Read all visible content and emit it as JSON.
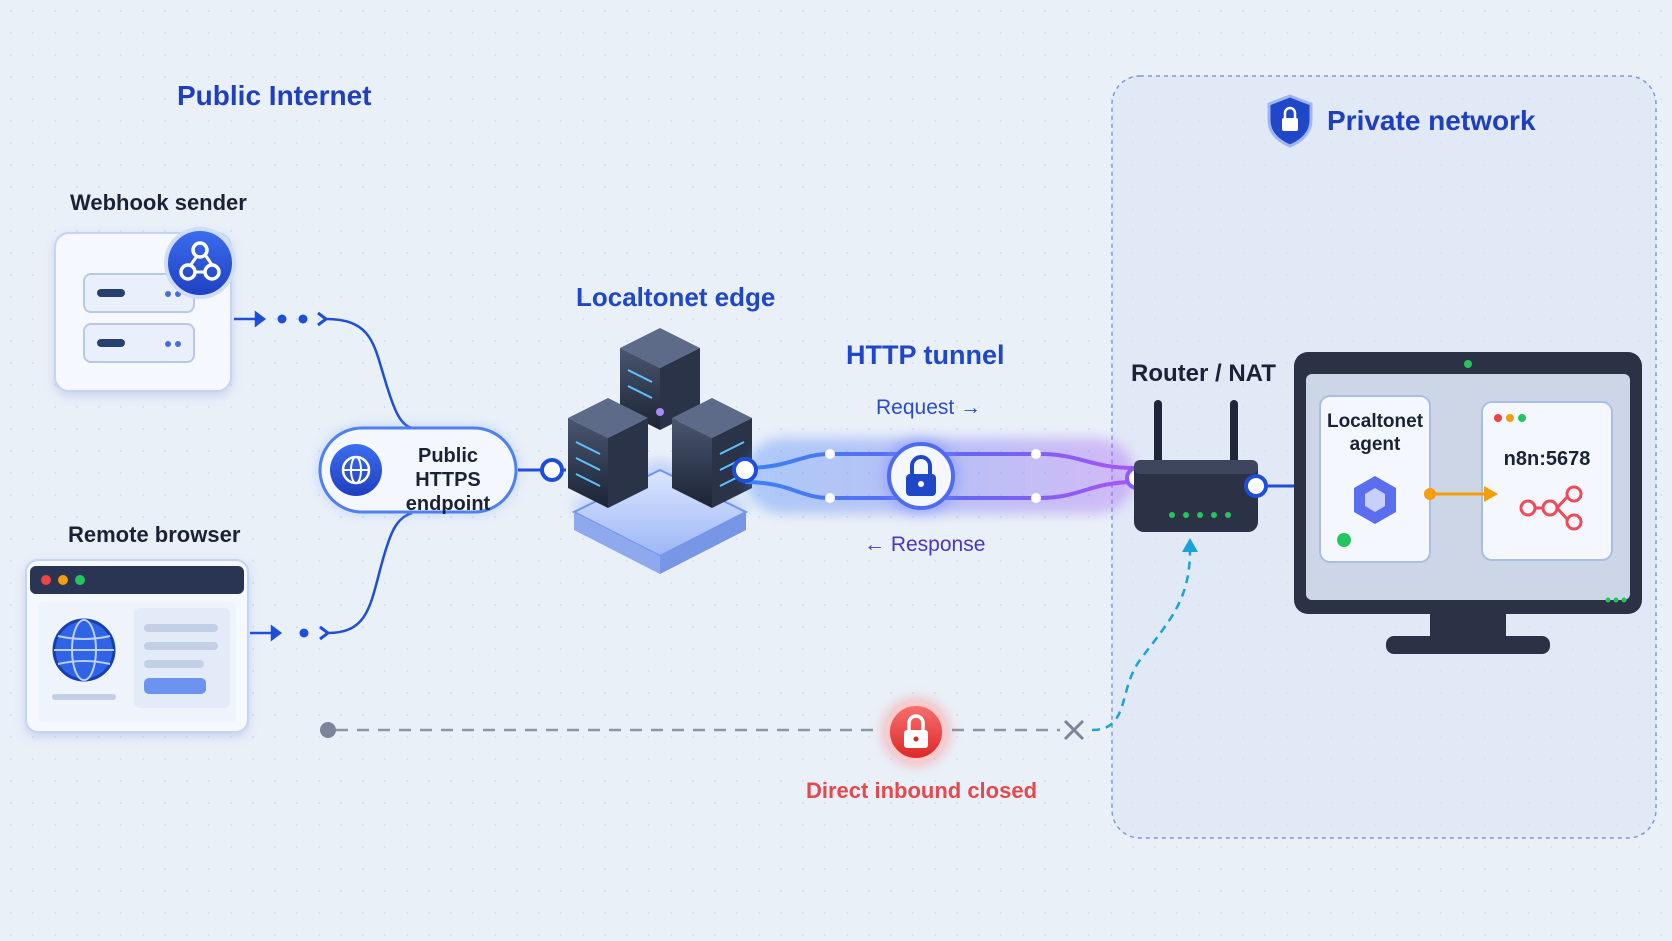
{
  "labels": {
    "public_internet": "Public Internet",
    "private_network": "Private network",
    "webhook_sender": "Webhook sender",
    "remote_browser": "Remote browser",
    "endpoint": "Public HTTPS\nendpoint",
    "edge": "Localtonet edge",
    "tunnel": "HTTP tunnel",
    "request": "Request →",
    "response": "← Response",
    "router": "Router / NAT",
    "agent": "Localtonet\nagent",
    "service": "n8n:5678",
    "blocked": "Direct inbound closed"
  },
  "colors": {
    "accent_blue": "#2147c9",
    "tunnel_purple": "#8b5cf6",
    "danger_red": "#e5484d",
    "arrow_orange": "#f59e0b",
    "status_green": "#22c55e",
    "private_zone": "#dde6f6"
  },
  "icons": {
    "webhook": "webhook-icon",
    "globe": "globe-icon",
    "lock": "lock-icon",
    "shield": "shield-lock-icon",
    "router": "router-icon",
    "agent": "hexagon-icon",
    "workflow": "workflow-nodes-icon",
    "blocked": "x-icon"
  }
}
